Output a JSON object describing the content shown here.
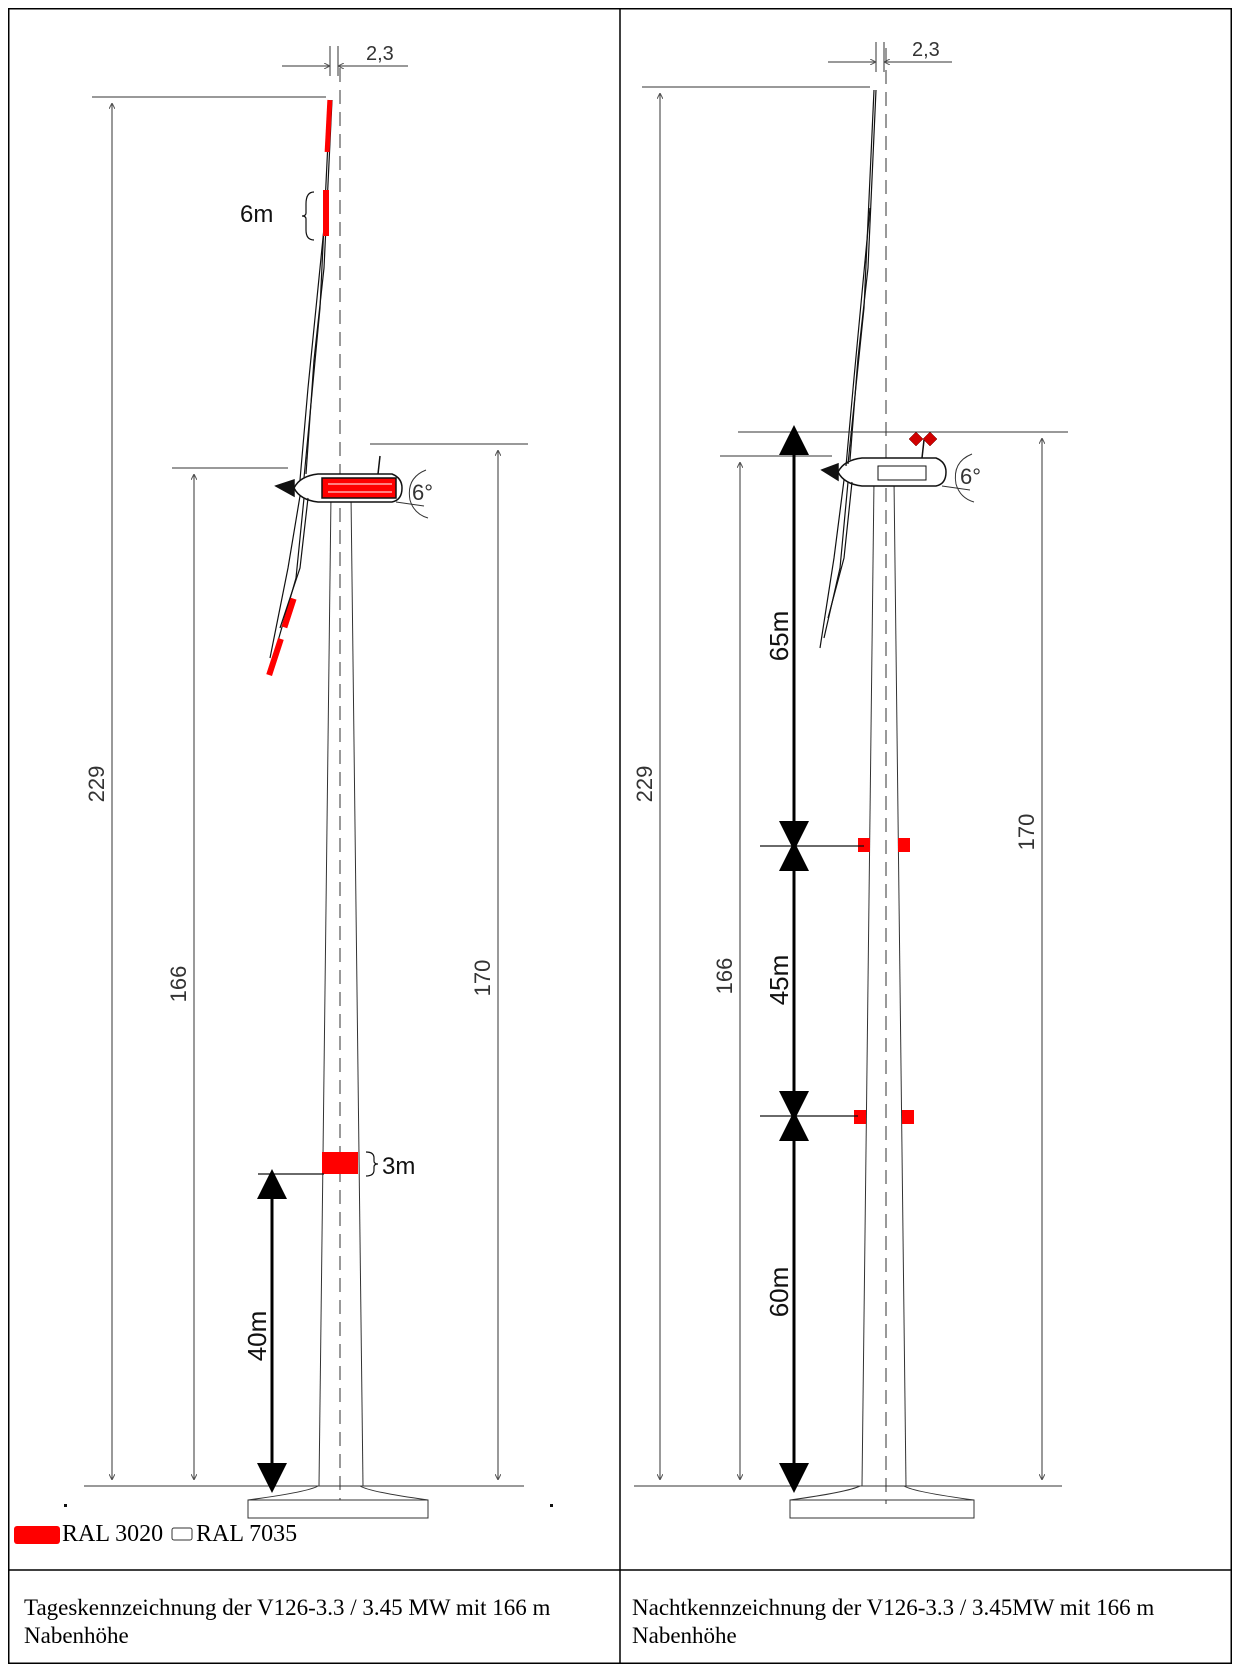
{
  "panels": [
    {
      "id": "day",
      "caption": "Tageskennzeichnung der V126-3.3 / 3.45 MW mit 166 m Nabenhöhe",
      "offset_label": "2,3",
      "total_height_label": "229",
      "hub_height_label": "166",
      "nacelle_height_label": "170",
      "tilt_label": "6°",
      "blade_band_label": "6m",
      "tower_band_label": "3m",
      "tower_band_height_label": "40m"
    },
    {
      "id": "night",
      "caption": "Nachtkennzeichnung der V126-3.3 / 3.45MW mit 166 m Nabenhöhe",
      "offset_label": "2,3",
      "total_height_label": "229",
      "hub_height_label": "166",
      "nacelle_height_label": "170",
      "tilt_label": "6°",
      "upper_segment_label": "65m",
      "middle_segment_label": "45m",
      "lower_segment_label": "60m"
    }
  ],
  "legend": {
    "red_label": "RAL 3020",
    "grey_label": "RAL 7035",
    "red_color": "#ff0000",
    "grey_color": "#ffffff"
  }
}
